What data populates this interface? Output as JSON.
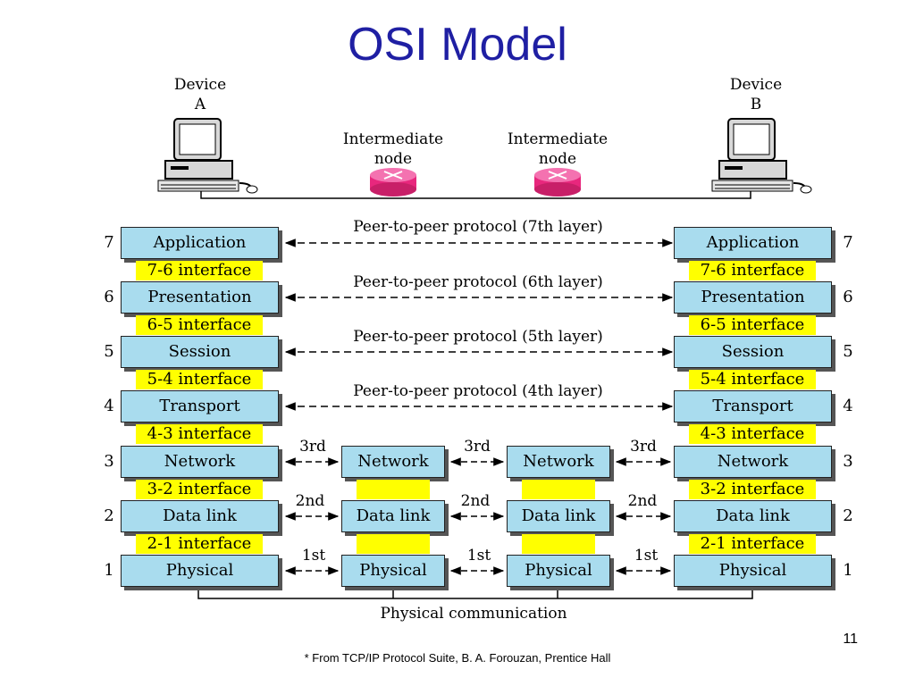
{
  "title": "OSI Model",
  "device_a": {
    "line1": "Device",
    "line2": "A"
  },
  "device_b": {
    "line1": "Device",
    "line2": "B"
  },
  "intermediate_node": {
    "line1": "Intermediate",
    "line2": "node"
  },
  "end_layers": [
    {
      "num": "7",
      "name": "Application"
    },
    {
      "num": "6",
      "name": "Presentation"
    },
    {
      "num": "5",
      "name": "Session"
    },
    {
      "num": "4",
      "name": "Transport"
    },
    {
      "num": "3",
      "name": "Network"
    },
    {
      "num": "2",
      "name": "Data link"
    },
    {
      "num": "1",
      "name": "Physical"
    }
  ],
  "interfaces": [
    "7-6 interface",
    "6-5 interface",
    "5-4 interface",
    "4-3 interface",
    "3-2 interface",
    "2-1 interface"
  ],
  "middle_layers": [
    "Network",
    "Data link",
    "Physical"
  ],
  "peer_protocols": [
    "Peer-to-peer protocol (7th layer)",
    "Peer-to-peer protocol (6th layer)",
    "Peer-to-peer protocol (5th layer)",
    "Peer-to-peer protocol (4th layer)"
  ],
  "hop_labels": [
    "3rd",
    "2nd",
    "1st"
  ],
  "physical_communication": "Physical communication",
  "page_number": "11",
  "footnote": "* From TCP/IP Protocol Suite, B. A. Forouzan, Prentice Hall",
  "colors": {
    "title": "#1f1fa3",
    "layer_box": "#a9dcee",
    "interface": "#ffff00",
    "router": "#e8277d"
  }
}
